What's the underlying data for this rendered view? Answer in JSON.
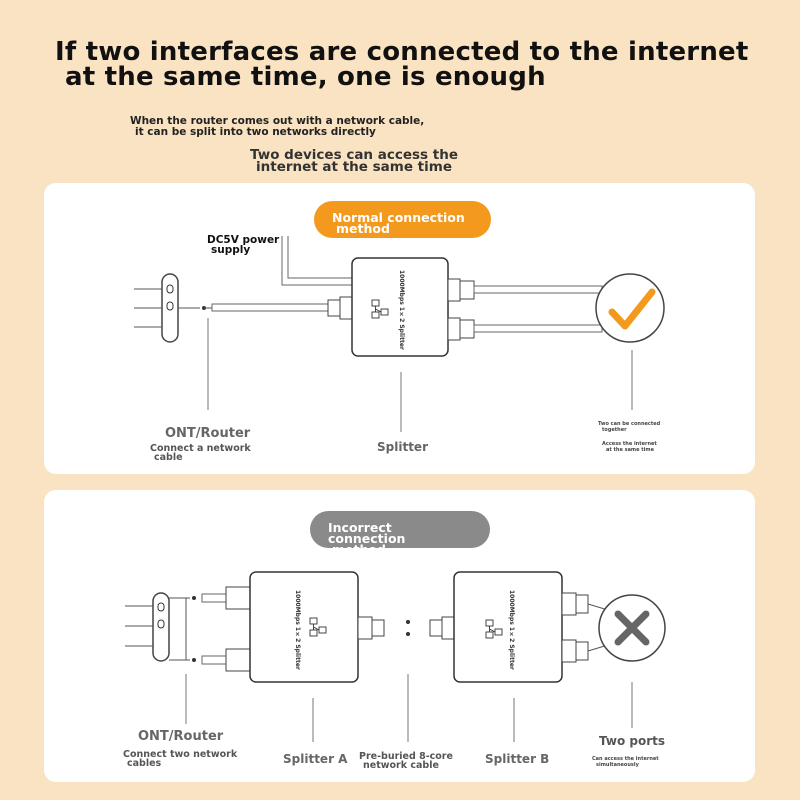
{
  "header": {
    "title_line1": "If two interfaces are connected to the internet",
    "title_line2": "at the same time, one is enough",
    "sub1_line1": "When the router comes out with a network cable,",
    "sub1_line2": "it can be split into two networks directly",
    "sub2_line1": "Two devices can access the",
    "sub2_line2": "internet at the same time"
  },
  "normal": {
    "pill_line1": "Normal connection",
    "pill_line2": "method",
    "power_line1": "DC5V power",
    "power_line2": "supply",
    "splitter_box_text": "1000Mbps 1×2 Splitter",
    "router_label": "ONT/Router",
    "router_desc_line1": "Connect a network",
    "router_desc_line2": "cable",
    "splitter_label": "Splitter",
    "ok_note1_line1": "Two can be connected",
    "ok_note1_line2": "together",
    "ok_note2_line1": "Access the internet",
    "ok_note2_line2": "at the same time",
    "accent": "#f39a1e"
  },
  "incorrect": {
    "pill_line1": "Incorrect connection",
    "pill_line2": "method",
    "splitter_box_text": "1000Mbps 1×2 Splitter",
    "router_label": "ONT/Router",
    "router_desc_line1": "Connect two network",
    "router_desc_line2": "cables",
    "splitter_a_label": "Splitter A",
    "cable_label_line1": "Pre-buried 8-core",
    "cable_label_line2": "network cable",
    "splitter_b_label": "Splitter B",
    "ports_label": "Two ports",
    "ports_desc_line1": "Can access the internet",
    "ports_desc_line2": "simultaneously",
    "accent": "#8a8a8a"
  }
}
